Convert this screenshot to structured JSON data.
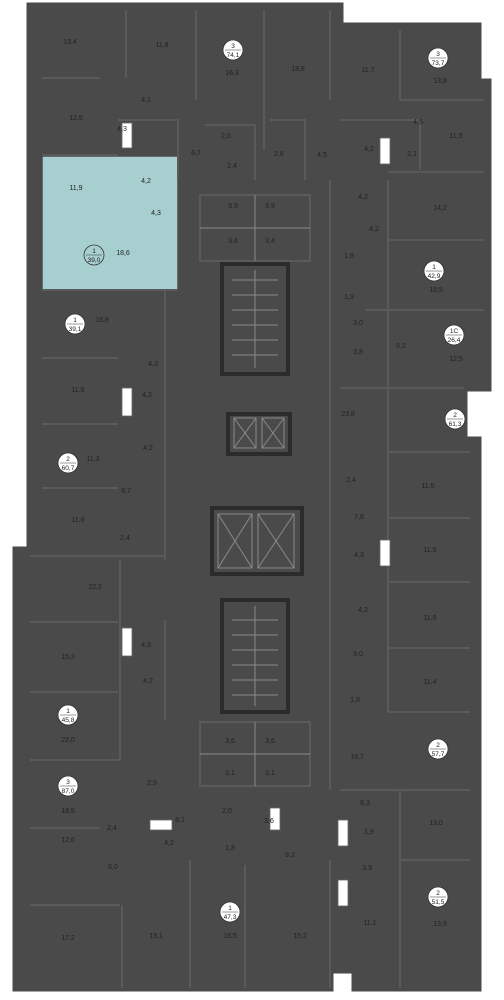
{
  "plan": {
    "highlight_color": "#a8cfcf",
    "wall_color": "#4a4a4a",
    "apartments": [
      {
        "key": "a3-top",
        "rooms": "3",
        "area": "74,1"
      },
      {
        "key": "a3-topright",
        "rooms": "3",
        "area": "73,7"
      },
      {
        "key": "a1-sel",
        "rooms": "1",
        "area": "39,0"
      },
      {
        "key": "a1-r1",
        "rooms": "1",
        "area": "42,9"
      },
      {
        "key": "a1-l2",
        "rooms": "1",
        "area": "39,1"
      },
      {
        "key": "a1c",
        "rooms": "1С",
        "area": "26,4"
      },
      {
        "key": "a2-r1",
        "rooms": "2",
        "area": "61,3"
      },
      {
        "key": "a2-l1",
        "rooms": "2",
        "area": "60,7"
      },
      {
        "key": "a1-l3",
        "rooms": "1",
        "area": "45,8"
      },
      {
        "key": "a2-r2",
        "rooms": "2",
        "area": "57,7"
      },
      {
        "key": "a3-l",
        "rooms": "3",
        "area": "87,0"
      },
      {
        "key": "a2-r3",
        "rooms": "2",
        "area": "51,5"
      },
      {
        "key": "a1-bot",
        "rooms": "1",
        "area": "47,3"
      }
    ],
    "labels": [
      "13,4",
      "11,8",
      "16,3",
      "18,8",
      "11,7",
      "13,8",
      "4,1",
      "12,5",
      "4,3",
      "2,6",
      "6,7",
      "2,4",
      "2,6",
      "4,5",
      "4,5",
      "4,2",
      "2,1",
      "11,5",
      "11,9",
      "4,2",
      "4,3",
      "18,6",
      "3,9",
      "3,9",
      "3,4",
      "3,4",
      "4,2",
      "14,2",
      "4,2",
      "1,8",
      "18,5",
      "1,9",
      "3,0",
      "5,2",
      "3,8",
      "12,5",
      "18,8",
      "4,3",
      "11,8",
      "4,2",
      "4,2",
      "11,3",
      "23,8",
      "2,4",
      "11,5",
      "8,7",
      "11,8",
      "2,4",
      "7,8",
      "11,5",
      "4,3",
      "22,3",
      "4,2",
      "11,6",
      "15,3",
      "4,3",
      "4,2",
      "9,0",
      "11,4",
      "22,0",
      "1,8",
      "3,6",
      "3,6",
      "19,7",
      "3,1",
      "3,1",
      "18,5",
      "2,9",
      "8,3",
      "13,0",
      "8,1",
      "2,0",
      "3,6",
      "1,9",
      "12,6",
      "2,4",
      "6,0",
      "4,2",
      "1,8",
      "8,2",
      "3,3",
      "17,2",
      "13,1",
      "18,5",
      "15,2",
      "11,1",
      "13,9"
    ]
  }
}
